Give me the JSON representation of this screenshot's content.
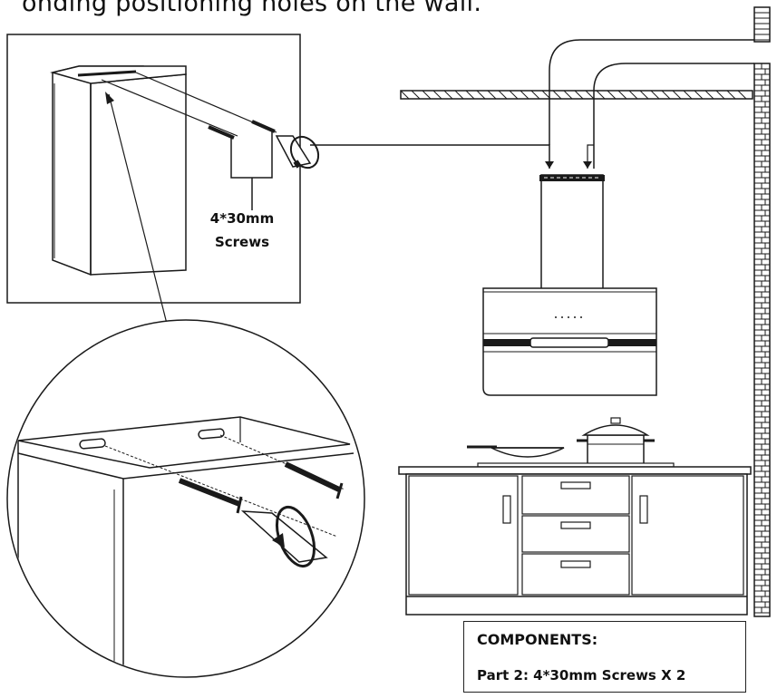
{
  "heading": "onding positioning holes on the wall.",
  "screw_label": {
    "line1": "4*30mm",
    "line2": "Screws"
  },
  "components": {
    "title": "COMPONENTS:",
    "part": "Part 2:  4*30mm Screws X 2"
  },
  "colors": {
    "line": "#1a1a1a",
    "background": "#ffffff"
  }
}
